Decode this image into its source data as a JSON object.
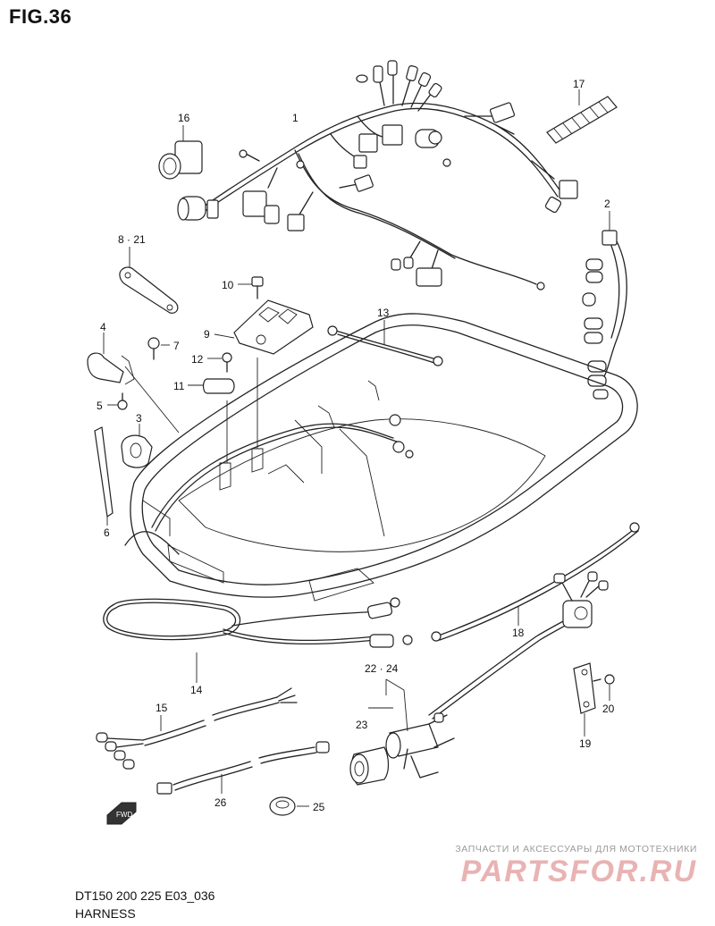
{
  "figure": {
    "title": "FIG.36"
  },
  "callouts": {
    "c1": "1",
    "c2": "2",
    "c3": "3",
    "c4": "4",
    "c5": "5",
    "c6": "6",
    "c7": "7",
    "c8_21": "8 · 21",
    "c9": "9",
    "c10": "10",
    "c11": "11",
    "c12": "12",
    "c13": "13",
    "c14": "14",
    "c15": "15",
    "c16": "16",
    "c17": "17",
    "c18": "18",
    "c19": "19",
    "c20": "20",
    "c22_24": "22 · 24",
    "c23": "23",
    "c25": "25",
    "c26": "26"
  },
  "badge": {
    "fwd": "FWD"
  },
  "watermark": {
    "caption": "ЗАПЧАСТИ И АКСЕССУАРЫ ДЛЯ МОТОТЕХНИКИ",
    "brand": "PARTSFOR.RU"
  },
  "footer": {
    "model": "DT150 200 225 E03_036",
    "name": "HARNESS"
  }
}
